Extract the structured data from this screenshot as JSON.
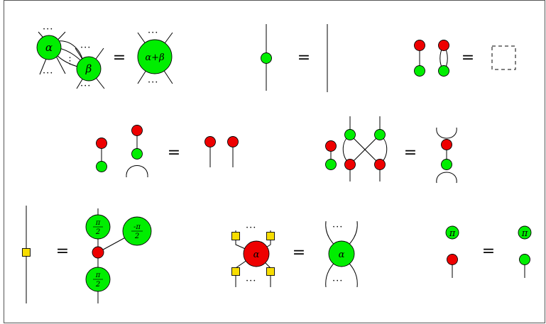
{
  "symbols": {
    "equals": "=",
    "dots": "···",
    "colon_dots": "⋮"
  },
  "labels": {
    "alpha": "α",
    "beta": "β",
    "alpha_plus_beta": "α+β",
    "pi": "π",
    "pi_half_num": "π",
    "neg_pi_half_num": "-π",
    "half_den": "2"
  },
  "colors": {
    "green_spider": "#00ee00",
    "red_spider": "#ee0000",
    "hadamard_box": "#f7dd00",
    "wire": "#000000",
    "frame": "#555555"
  },
  "rules": [
    {
      "id": "spider-fusion"
    },
    {
      "id": "identity-removal"
    },
    {
      "id": "bialgebra-scalar"
    },
    {
      "id": "copy"
    },
    {
      "id": "bialgebra"
    },
    {
      "id": "hadamard-euler"
    },
    {
      "id": "colour-change"
    },
    {
      "id": "pi-copy"
    }
  ]
}
